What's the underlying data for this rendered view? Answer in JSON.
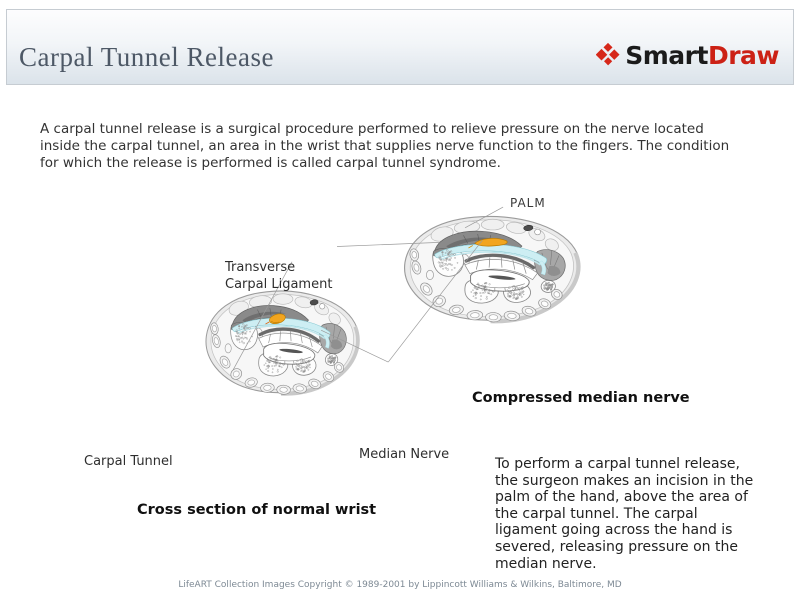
{
  "header": {
    "title": "Carpal Tunnel Release",
    "logo": {
      "smart": "Smart",
      "draw": "Draw"
    }
  },
  "intro": {
    "text": "A carpal tunnel release is a surgical procedure performed to relieve pressure on the nerve located\ninside the carpal tunnel, an area in the wrist that supplies nerve function to the fingers. The condition\nfor which the release is performed is called carpal tunnel syndrome."
  },
  "diagrams": {
    "compressed_wrist": {
      "label_palm": "PALM",
      "caption": "Compressed median nerve"
    },
    "normal_wrist": {
      "label_carpal_tunnel": "Carpal Tunnel",
      "caption": "Cross section of normal wrist"
    },
    "shared_labels": {
      "transverse_carpal_ligament": "Transverse\nCarpal Ligament",
      "median_nerve": "Median Nerve"
    }
  },
  "procedure": {
    "text": "To perform a carpal tunnel release,\nthe surgeon makes an incision in the\npalm of the hand, above the area of\nthe carpal tunnel. The carpal\nligament going across the hand is\nsevered, releasing pressure on the\nmedian nerve."
  },
  "footer": {
    "copyright": "LifeART Collection Images Copyright © 1989-2001 by Lippincott Williams & Wilkins, Baltimore, MD"
  },
  "colors": {
    "median_nerve": "#f2a51f",
    "median_nerve_outline": "#b97a00",
    "ligament": "#cdeef3",
    "logo_red": "#d6281a"
  }
}
